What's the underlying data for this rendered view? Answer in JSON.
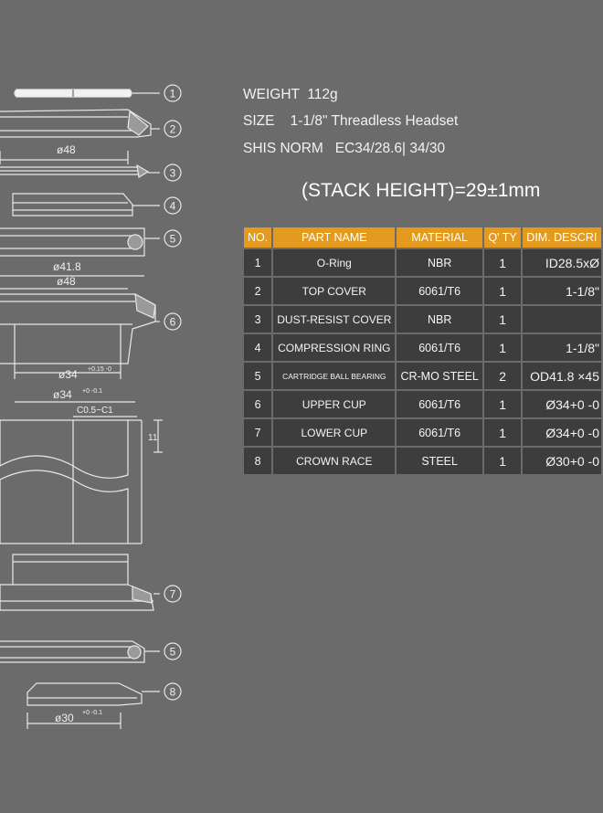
{
  "specs": {
    "weight": "WEIGHT  112g",
    "size": "SIZE    1-1/8\" Threadless Headset",
    "shis": "SHIS NORM   EC34/28.6| 34/30"
  },
  "stack_height": "(STACK HEIGHT)=29±1mm",
  "table": {
    "headers": [
      "NO.",
      "PART NAME",
      "MATERIAL",
      "Q' TY",
      "DIM. DESCRI"
    ],
    "rows": [
      {
        "no": "1",
        "name": "O-Ring",
        "material": "NBR",
        "qty": "1",
        "dim": "ID28.5xØ"
      },
      {
        "no": "2",
        "name": "TOP COVER",
        "material": "6061/T6",
        "qty": "1",
        "dim": "1-1/8\""
      },
      {
        "no": "3",
        "name": "DUST-RESIST COVER",
        "material": "NBR",
        "qty": "1",
        "dim": ""
      },
      {
        "no": "4",
        "name": "COMPRESSION RING",
        "material": "6061/T6",
        "qty": "1",
        "dim": "1-1/8\""
      },
      {
        "no": "5",
        "name": "CARTRIDGE BALL BEARING",
        "material": "CR-MO STEEL",
        "qty": "2",
        "dim": "OD41.8 ×45"
      },
      {
        "no": "6",
        "name": "UPPER CUP",
        "material": "6061/T6",
        "qty": "1",
        "dim": "Ø34+0 -0"
      },
      {
        "no": "7",
        "name": "LOWER CUP",
        "material": "6061/T6",
        "qty": "1",
        "dim": "Ø34+0 -0"
      },
      {
        "no": "8",
        "name": "CROWN RACE",
        "material": "STEEL",
        "qty": "1",
        "dim": "Ø30+0 -0"
      }
    ]
  },
  "callouts": [
    "1",
    "2",
    "3",
    "4",
    "5",
    "6",
    "7",
    "5",
    "8"
  ],
  "dimensions": {
    "d48_top": "ø48",
    "d41_8": "ø41.8",
    "d48_mid": "ø48",
    "d34_upper": "ø34",
    "d34_upper_tol": "+0.15 -0",
    "d34_lower": "ø34",
    "d34_lower_tol": "+0 -0.1",
    "chamfer": "C0.5~C1",
    "eleven": "11",
    "d30": "ø30",
    "d30_tol": "+0 -0.1"
  }
}
